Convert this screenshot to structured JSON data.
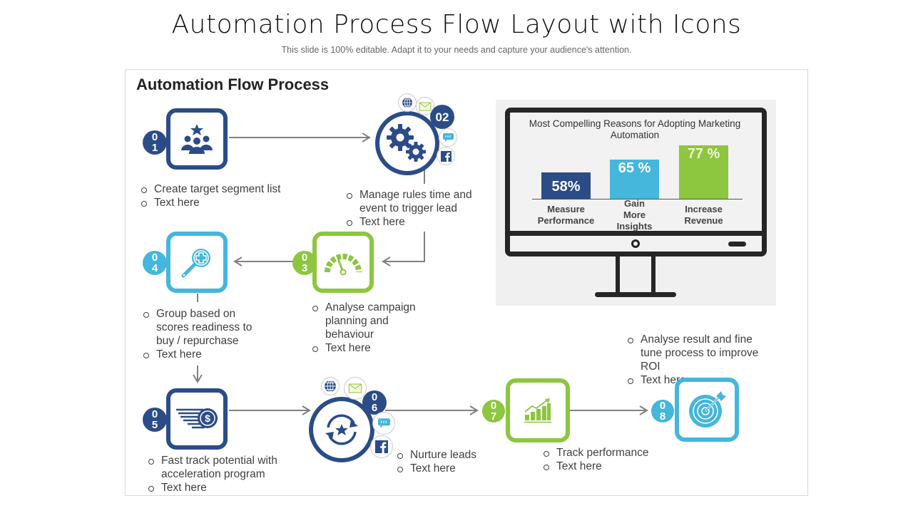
{
  "header": {
    "title": "Automation Process Flow Layout with Icons",
    "subtitle": "This slide is 100% editable. Adapt it to your needs and capture your audience's attention."
  },
  "panel": {
    "title": "Automation Flow Process"
  },
  "colors": {
    "navy": "#2b4c86",
    "green": "#8dc63f",
    "cyan": "#45b6dc",
    "arrow": "#808080",
    "text": "#404040"
  },
  "steps": [
    {
      "number": "01",
      "icon": "team-star-icon",
      "color": "navy",
      "bullets": [
        "Create target segment list",
        "Text here"
      ]
    },
    {
      "number": "02",
      "icon": "gears-icon",
      "color": "navy",
      "bullets": [
        "Manage rules time and event to trigger lead",
        "Text here"
      ],
      "channels": [
        "globe-icon",
        "mail-icon",
        "chat-icon",
        "facebook-icon"
      ]
    },
    {
      "number": "03",
      "icon": "speedometer-icon",
      "color": "green",
      "bullets": [
        "Analyse campaign planning and behaviour",
        "Text here"
      ]
    },
    {
      "number": "04",
      "icon": "magnifier-plus-icon",
      "color": "cyan",
      "bullets": [
        "Group based on scores readiness to buy / repurchase",
        "Text here"
      ]
    },
    {
      "number": "05",
      "icon": "fast-money-icon",
      "color": "navy",
      "bullets": [
        "Fast track potential with acceleration program",
        "Text here"
      ]
    },
    {
      "number": "06",
      "icon": "cycle-star-icon",
      "color": "navy",
      "bullets": [
        "Nurture leads",
        "Text here"
      ],
      "channels": [
        "globe-icon",
        "mail-icon",
        "chat-icon",
        "facebook-icon"
      ]
    },
    {
      "number": "07",
      "icon": "growth-chart-icon",
      "color": "green",
      "bullets": [
        "Track performance",
        "Text here"
      ]
    },
    {
      "number": "08",
      "icon": "target-icon",
      "color": "cyan",
      "bullets": [
        "Analyse result and fine tune process to improve ROI",
        "Text here"
      ]
    }
  ],
  "chart_data": {
    "type": "bar",
    "title": "Most Compelling Reasons for Adopting Marketing Automation",
    "categories": [
      "Measure Performance",
      "Gain More Insights",
      "Increase Revenue"
    ],
    "values": [
      58,
      65,
      77
    ],
    "value_labels": [
      "58%",
      "65 %",
      "77 %"
    ],
    "colors": [
      "#2b4c86",
      "#45b6dc",
      "#8dc63f"
    ],
    "xlabel": "",
    "ylabel": "",
    "ylim": [
      0,
      100
    ],
    "grid": false,
    "legend": "none"
  }
}
